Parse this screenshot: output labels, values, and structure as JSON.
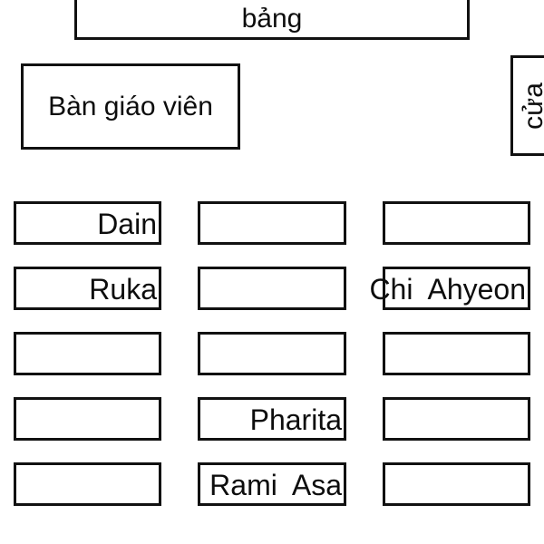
{
  "room": {
    "board": {
      "label": "bảng"
    },
    "teacher_desk": {
      "label": "Bàn giáo viên"
    },
    "door": {
      "label": "cửa"
    }
  },
  "seating": {
    "columns": 3,
    "rows": 5,
    "desks": [
      {
        "row": 1,
        "col": 1,
        "label": "Dain"
      },
      {
        "row": 1,
        "col": 2,
        "label": ""
      },
      {
        "row": 1,
        "col": 3,
        "label": ""
      },
      {
        "row": 2,
        "col": 1,
        "label": "Ruka"
      },
      {
        "row": 2,
        "col": 2,
        "label": ""
      },
      {
        "row": 2,
        "col": 3,
        "label": "Chi  Ahyeon"
      },
      {
        "row": 3,
        "col": 1,
        "label": ""
      },
      {
        "row": 3,
        "col": 2,
        "label": ""
      },
      {
        "row": 3,
        "col": 3,
        "label": ""
      },
      {
        "row": 4,
        "col": 1,
        "label": ""
      },
      {
        "row": 4,
        "col": 2,
        "label": "Pharita"
      },
      {
        "row": 4,
        "col": 3,
        "label": ""
      },
      {
        "row": 5,
        "col": 1,
        "label": ""
      },
      {
        "row": 5,
        "col": 2,
        "label": "Rami  Asa"
      },
      {
        "row": 5,
        "col": 3,
        "label": ""
      }
    ]
  },
  "colors": {
    "background": "#ffffff",
    "border": "#111111",
    "text": "#0d0d0d"
  }
}
